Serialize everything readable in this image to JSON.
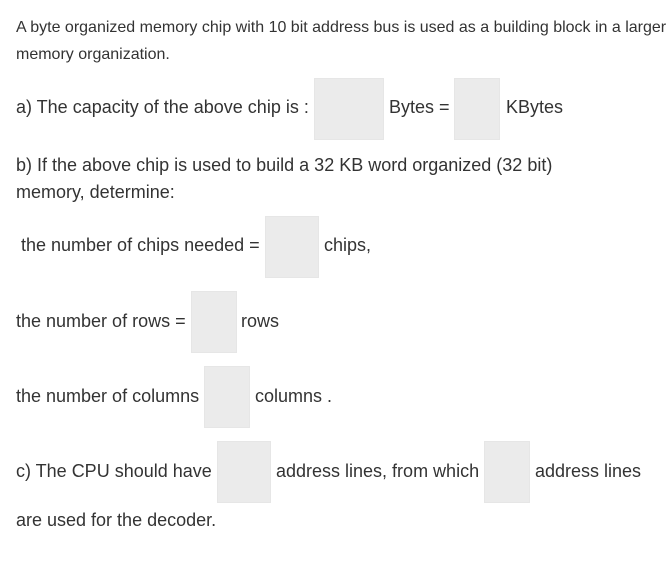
{
  "intro": {
    "line1": "A byte organized memory chip with 10 bit address bus is used as a building block in a larger",
    "line2": "memory organization."
  },
  "part_a": {
    "prefix": "a) The capacity of the above chip is :",
    "unit1": "Bytes =",
    "unit2": "KBytes"
  },
  "part_b": {
    "line1": "b) If the above chip is used to build a 32 KB word organized (32 bit)",
    "line2": "memory, determine:",
    "chips_label": "the number of chips needed =",
    "chips_unit": "chips,",
    "rows_label": "the number of rows =",
    "rows_unit": "rows",
    "cols_label": "the number of columns",
    "cols_unit": "columns ."
  },
  "part_c": {
    "prefix": "c) The CPU should have",
    "middle": "address lines, from which",
    "suffix": "address lines",
    "line2": "are used for the decoder."
  }
}
